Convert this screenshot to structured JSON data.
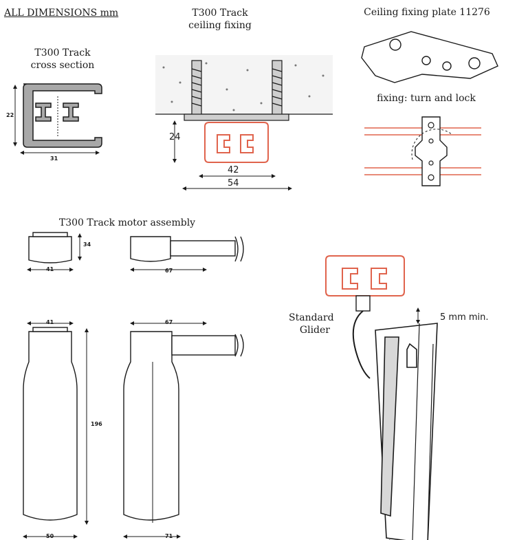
{
  "header": {
    "note": "ALL DIMENSIONS mm"
  },
  "cross_section": {
    "title_line1": "T300 Track",
    "title_line2": "cross section",
    "height": "22",
    "width": "31"
  },
  "ceiling_fixing": {
    "title_line1": "T300 Track",
    "title_line2": "ceiling fixing",
    "height": "24",
    "inner_width": "42",
    "outer_width": "54"
  },
  "fixing_plate": {
    "title": "Ceiling fixing plate 11276",
    "subtitle": "fixing: turn and lock"
  },
  "motor": {
    "title": "T300 Track motor assembly",
    "top_height": "34",
    "top_width_a": "41",
    "top_width_b": "67",
    "body_width_a": "41",
    "body_width_b": "67",
    "body_height": "196",
    "base_width_a": "50",
    "base_width_b": "71"
  },
  "glider": {
    "label_line1": "Standard",
    "label_line2": "Glider",
    "clearance": "5 mm min."
  },
  "colors": {
    "track_highlight": "#e0634c",
    "line": "#1a1a1a",
    "fill_grey": "#a8a8a8"
  }
}
